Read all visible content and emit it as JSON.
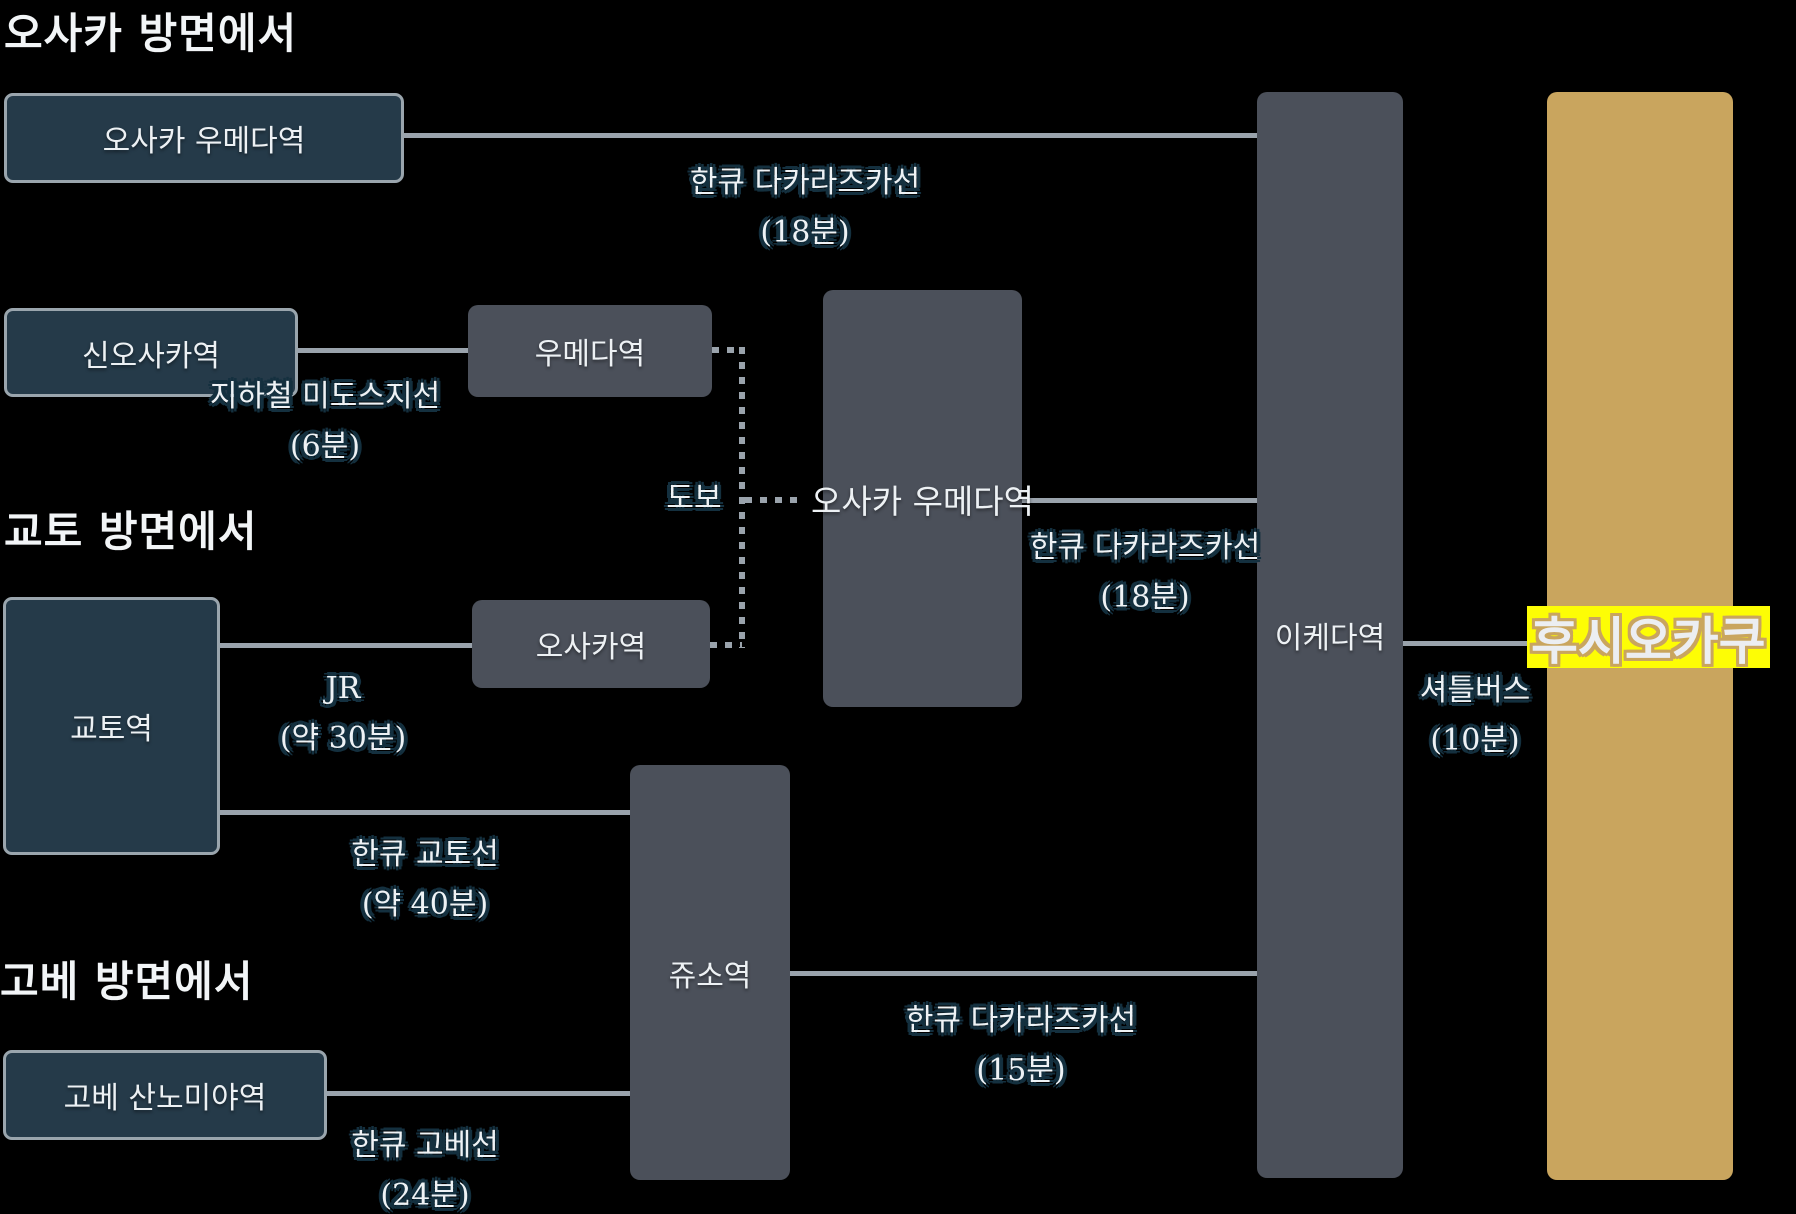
{
  "headings": {
    "osaka": "오사카 방면에서",
    "kyoto": "교토 방면에서",
    "kobe": "고베 방면에서"
  },
  "stations": {
    "osaka_umeda": "오사카 우메다역",
    "shin_osaka": "신오사카역",
    "umeda": "우메다역",
    "osaka_umeda_hankyu": "오사카 우메다역",
    "osaka": "오사카역",
    "kyoto": "교토역",
    "juso": "쥬소역",
    "kobe_sannomiya": "고베 산노미야역",
    "ikeda": "이케다역"
  },
  "destination": {
    "name": "후시오카쿠"
  },
  "routes": {
    "takarazuka_from_umeda": {
      "line": "한큐 다카라즈카선",
      "time": "(18분)"
    },
    "midosuji": {
      "line": "지하철 미도스지선",
      "time": "(6분)"
    },
    "walk": {
      "line": "도보"
    },
    "takarazuka_from_osaka_umeda": {
      "line": "한큐 다카라즈카선",
      "time": "(18분)"
    },
    "jr": {
      "line": "JR",
      "time": "(약 30분)"
    },
    "hankyu_kyoto": {
      "line": "한큐 교토선",
      "time": "(약 40분)"
    },
    "takarazuka_from_juso": {
      "line": "한큐 다카라즈카선",
      "time": "(15분)"
    },
    "hankyu_kobe": {
      "line": "한큐 고베선",
      "time": "(24분)"
    },
    "shuttle_bus": {
      "line": "셔틀버스",
      "time": "(10분)"
    }
  },
  "colors": {
    "background": "#000000",
    "origin_box_fill": "#253a49",
    "origin_box_border": "#9aa5ad",
    "transfer_box_fill": "#4b505a",
    "destination_column_fill": "#c9a55e",
    "connector_line": "#9aa3ac",
    "destination_highlight": "#fdfd05",
    "label_text": "#eef2f5",
    "label_outline": "#14303f"
  }
}
